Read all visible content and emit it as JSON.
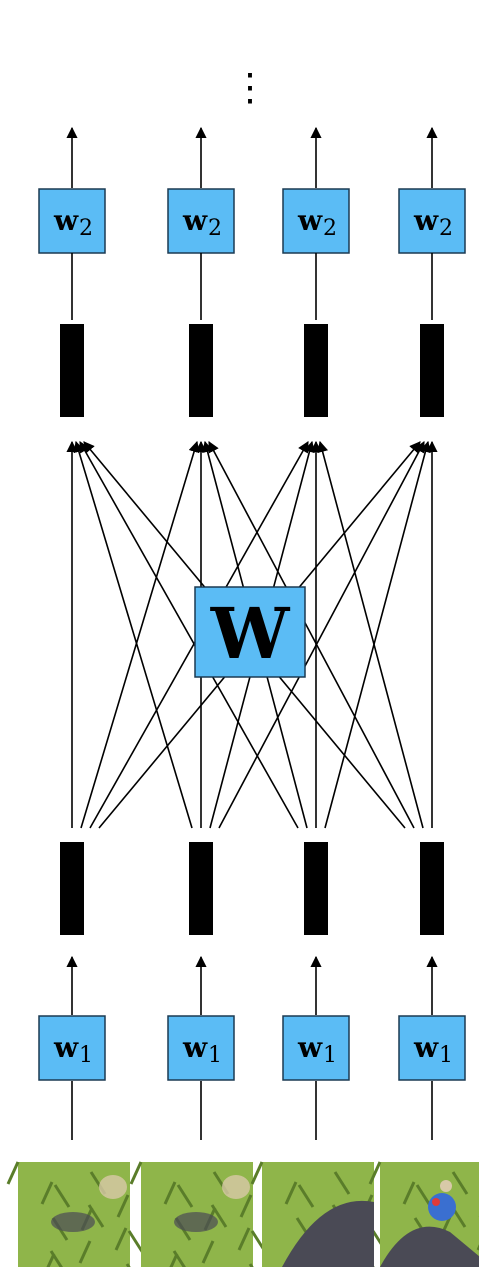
{
  "diagram": {
    "continuation": "⋮",
    "top_boxes": [
      {
        "symbol": "w",
        "subscript": "2"
      },
      {
        "symbol": "w",
        "subscript": "2"
      },
      {
        "symbol": "w",
        "subscript": "2"
      },
      {
        "symbol": "w",
        "subscript": "2"
      }
    ],
    "center_box": {
      "symbol": "W"
    },
    "bottom_boxes": [
      {
        "symbol": "w",
        "subscript": "1"
      },
      {
        "symbol": "w",
        "subscript": "1"
      },
      {
        "symbol": "w",
        "subscript": "1"
      },
      {
        "symbol": "w",
        "subscript": "1"
      }
    ],
    "patches": [
      {
        "content": "green grass patch with bird plumage"
      },
      {
        "content": "green grass patch with bird plumage"
      },
      {
        "content": "grass and guinea fowl body"
      },
      {
        "content": "guinea fowl head"
      }
    ],
    "colors": {
      "box_fill": "#5bbcf5",
      "box_stroke": "#1b3a52",
      "feature_bar": "#000000",
      "arrow": "#000000",
      "grass": "#8fb54a",
      "grass_dark": "#5a7d2a",
      "bird": "#4a4a55",
      "sand": "#d8c9a8"
    }
  }
}
